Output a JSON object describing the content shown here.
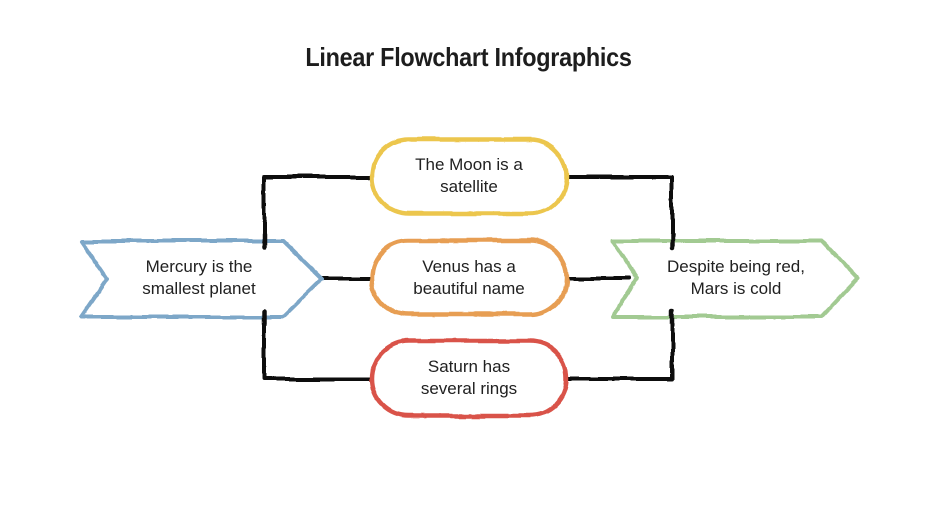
{
  "title": "Linear Flowchart Infographics",
  "diagram": {
    "background": "#ffffff",
    "title_color": "#1d1d1d",
    "text_color": "#212121",
    "connector_color": "#111111",
    "start": {
      "id": "mercury",
      "label": "Mercury is the\nsmallest planet",
      "shape": "banner-arrow-right",
      "border_color": "#7da7c8"
    },
    "steps": [
      {
        "id": "moon",
        "label": "The Moon is a\nsatellite",
        "shape": "pill",
        "border_color": "#ecc64d"
      },
      {
        "id": "venus",
        "label": "Venus has a\nbeautiful name",
        "shape": "pill",
        "border_color": "#e79e52"
      },
      {
        "id": "saturn",
        "label": "Saturn has\nseveral rings",
        "shape": "pill",
        "border_color": "#d95349"
      }
    ],
    "end": {
      "id": "mars",
      "label": "Despite being red,\nMars is cold",
      "shape": "banner-arrow-right",
      "border_color": "#a2ca92"
    }
  }
}
